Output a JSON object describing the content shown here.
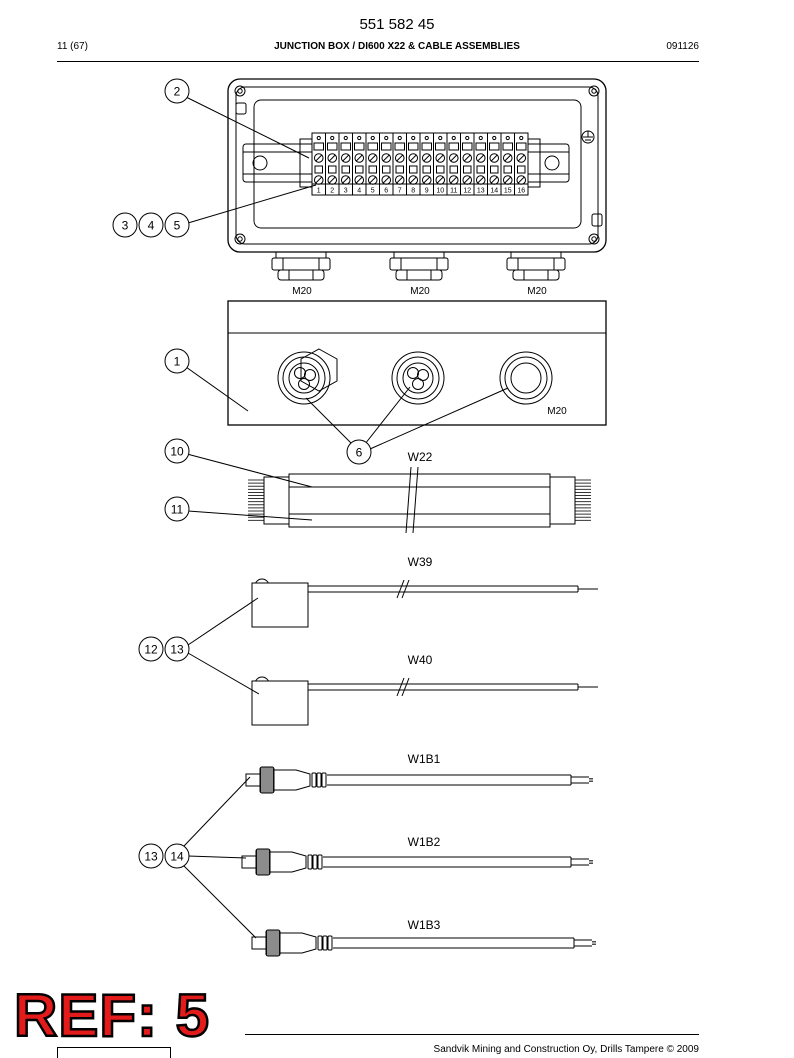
{
  "header": {
    "doc_number": "551 582 45",
    "page_count": "11 (67)",
    "title": "JUNCTION BOX / DI600 X22 & CABLE ASSEMBLIES",
    "date": "091126"
  },
  "drawing": {
    "terminal_numbers": [
      "1",
      "2",
      "3",
      "4",
      "5",
      "6",
      "7",
      "8",
      "9",
      "10",
      "11",
      "12",
      "13",
      "14",
      "15",
      "16"
    ],
    "gland_labels": [
      "M20",
      "M20",
      "M20"
    ],
    "side_gland_label": "M20",
    "cable_labels": [
      "W22",
      "W39",
      "W40",
      "W1B1",
      "W1B2",
      "W1B3"
    ],
    "callouts": {
      "c2": "2",
      "c3": "3",
      "c4": "4",
      "c5": "5",
      "c1": "1",
      "c6": "6",
      "c10": "10",
      "c11": "11",
      "c12": "12",
      "c13a": "13",
      "c13b": "13",
      "c14": "14"
    }
  },
  "footer": {
    "ref_stamp": "REF: 5",
    "copyright": "Sandvik Mining and Construction Oy, Drills Tampere © 2009"
  }
}
